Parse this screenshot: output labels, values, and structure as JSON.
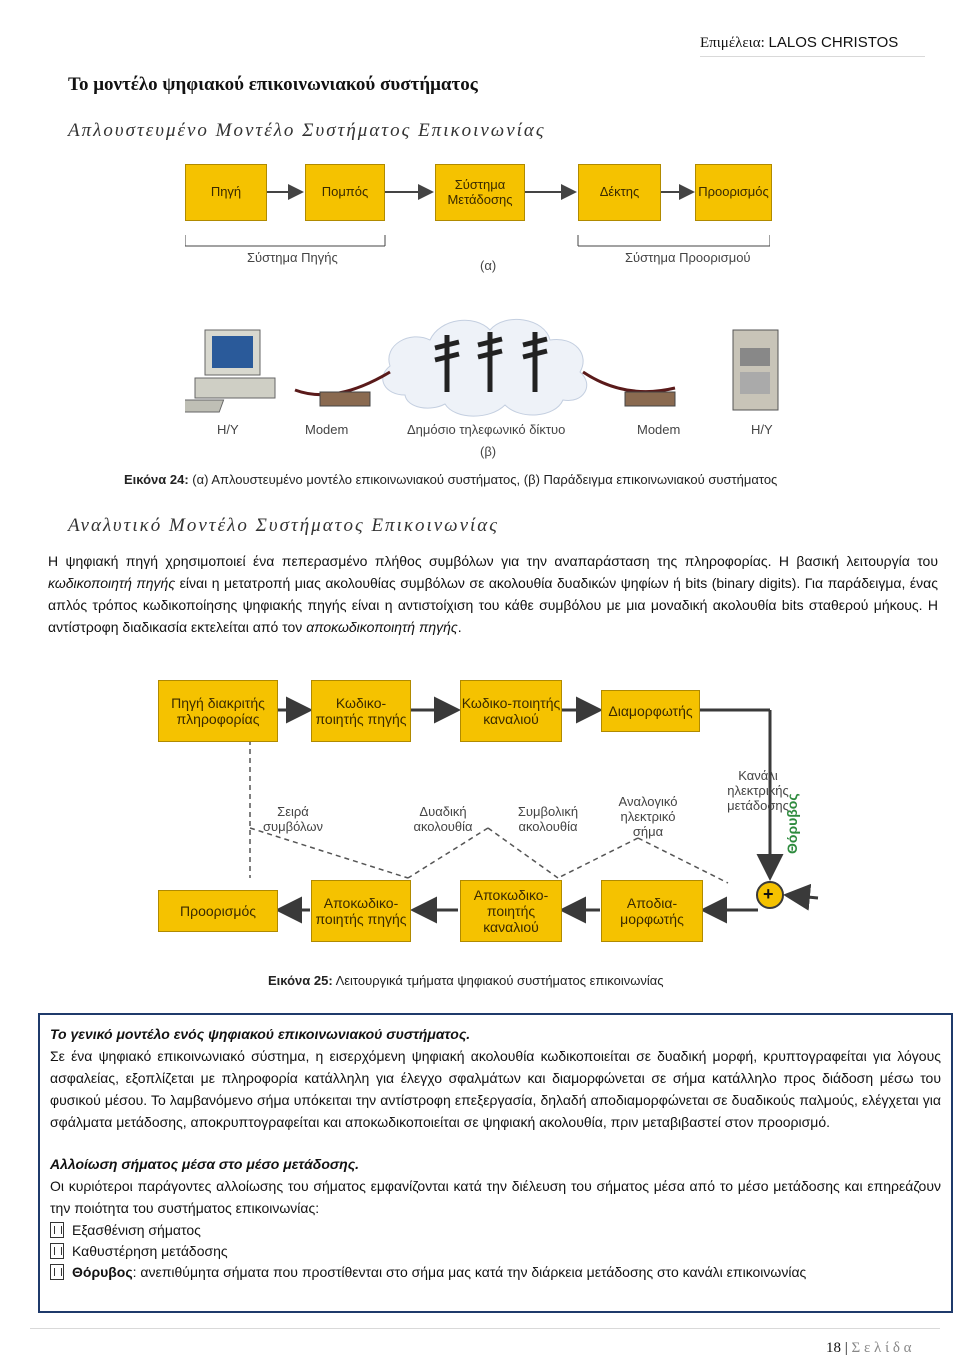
{
  "header": {
    "prefix": "Επιμέλεια:",
    "author": "LALOS CHRISTOS"
  },
  "title": "Το μοντέλο ψηφιακού επικοινωνιακού συστήματος",
  "subtitle": "Απλουστευμένο Μοντέλο Συστήματος Επικοινωνίας",
  "fig24": {
    "boxes": [
      "Πηγή",
      "Πομπός",
      "Σύστημα Μετάδοσης",
      "Δέκτης",
      "Προορισμός"
    ],
    "group_left": "Σύστημα Πηγής",
    "group_right": "Σύστημα Προορισμού",
    "part_a": "(α)",
    "part_b": "(β)",
    "device_labels": [
      "Η/Υ",
      "Modem",
      "Δημόσιο τηλεφωνικό δίκτυο",
      "Modem",
      "Η/Υ"
    ],
    "caption_bold": "Εικόνα 24:",
    "caption_text": " (α) Απλουστευμένο μοντέλο επικοινωνιακού συστήματος, (β) Παράδειγμα επικοινωνιακού συστήματος"
  },
  "section2": {
    "heading": "Αναλυτικό Μοντέλο Συστήματος Επικοινωνίας",
    "p1": "Η ψηφιακή πηγή χρησιμοποιεί ένα πεπερασμένο πλήθος συμβόλων για την αναπαράσταση της πληροφορίας. Η βασική λειτουργία του ",
    "p1_em": "κωδικοποιητή πηγής",
    "p1_b": " είναι η μετατροπή μιας ακολουθίας συμβόλων σε ακολουθία δυαδικών ψηφίων ή bits (binary digits). Για παράδειγμα, ένας απλός τρόπος κωδικοποίησης ψηφιακής πηγής είναι η αντιστοίχιση του κάθε συμβόλου με μια μοναδική ακολουθία bits σταθερού μήκους. Η αντίστροφη διαδικασία εκτελείται από τον ",
    "p1_em2": "αποκωδικοποιητή πηγής",
    "p1_end": "."
  },
  "fig25": {
    "top_boxes": [
      "Πηγή διακριτής πληροφορίας",
      "Κωδικο-ποιητής πηγής",
      "Κωδικο-ποιητής καναλιού",
      "Διαμορφωτής"
    ],
    "bottom_boxes": [
      "Προορισμός",
      "Αποκωδικο-ποιητής πηγής",
      "Αποκωδικο-ποιητής καναλιού",
      "Αποδια-μορφωτής"
    ],
    "labels": [
      "Σειρά συμβόλων",
      "Δυαδική ακολουθία",
      "Συμβολική ακολουθία",
      "Αναλογικό ηλεκτρικό σήμα",
      "Κανάλι ηλεκτρικής μετάδοσης",
      "Θόρυβος"
    ],
    "plus": "+",
    "caption_bold": "Εικόνα 25:",
    "caption_text": " Λειτουργικά τμήματα ψηφιακού συστήματος επικοινωνίας"
  },
  "general": {
    "heading": "Το γενικό μοντέλο ενός ψηφιακού επικοινωνιακού συστήματος.",
    "text": "Σε ένα ψηφιακό επικοινωνιακό σύστημα, η εισερχόμενη ψηφιακή ακολουθία κωδικοποιείται σε δυαδική μορφή, κρυπτογραφείται για λόγους ασφαλείας, εξοπλίζεται με πληροφορία κατάλληλη για έλεγχο σφαλμάτων και διαμορφώνεται σε σήμα κατάλληλο προς διάδοση μέσω του φυσικού μέσου. Το λαμβανόμενο σήμα υπόκειται την αντίστροφη επεξεργασία, δηλαδή αποδιαμορφώνεται σε δυαδικούς παλμούς, ελέγχεται για σφάλματα μετάδοσης, αποκρυπτογραφείται και αποκωδικοποιείται σε ψηφιακή ακολουθία, πριν μεταβιβαστεί στον προορισμό."
  },
  "distortion": {
    "heading": "Αλλοίωση σήματος μέσα στο μέσο μετάδοσης.",
    "text": "Οι κυριότεροι παράγοντες αλλοίωσης του σήματος εμφανίζονται κατά την διέλευση του σήματος μέσα από το μέσο μετάδοσης και επηρεάζουν την ποιότητα του συστήματος επικοινωνίας:",
    "items": [
      {
        "bold": "",
        "text": "Εξασθένιση σήματος"
      },
      {
        "bold": "",
        "text": "Καθυστέρηση μετάδοσης"
      },
      {
        "bold": "Θόρυβος",
        "text": ": ανεπιθύμητα σήματα που προστίθενται στο σήμα μας κατά την διάρκεια μετάδοσης στο κανάλι επικοινωνίας"
      }
    ]
  },
  "footer": {
    "page": "18",
    "sep": "|",
    "word": "Σ ε λ ί δ α"
  },
  "colors": {
    "box": "#f5c200",
    "box_border": "#b08a00",
    "frame": "#1f3a6b",
    "arrow": "#3a3a3a",
    "noise": "#2e8b3e"
  },
  "icons": [
    "computer-icon",
    "modem-icon",
    "telephone-pole-icon",
    "cloud-icon",
    "server-icon",
    "plus-circle-icon",
    "bullet-icon"
  ]
}
